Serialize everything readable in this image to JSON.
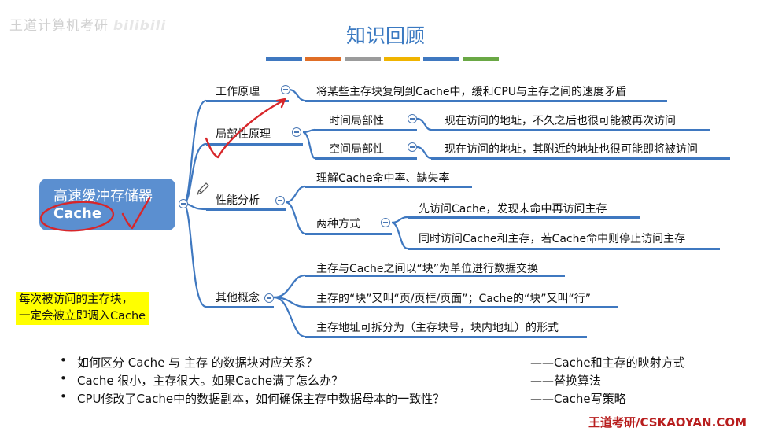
{
  "watermark": {
    "text": "王道计算机考研",
    "brand": "bilibili"
  },
  "title": "知识回顾",
  "colorbar": [
    "#3f78c0",
    "#e06e26",
    "#9b9b9b",
    "#f0b400",
    "#3f78c0",
    "#6aa845"
  ],
  "root": {
    "line1": "高速缓冲存储器",
    "line2": "Cache",
    "color": "#5b8fd0"
  },
  "branches": {
    "b1": {
      "label": "工作原理",
      "detail": "将某些主存块复制到Cache中，缓和CPU与主存之间的速度矛盾"
    },
    "b2": {
      "label": "局部性原理",
      "s1": {
        "label": "时间局部性",
        "detail": "现在访问的地址，不久之后也很可能被再次访问"
      },
      "s2": {
        "label": "空间局部性",
        "detail": "现在访问的地址，其附近的地址也很可能即将被访问"
      }
    },
    "b3": {
      "label": "性能分析",
      "c1": "理解Cache命中率、缺失率",
      "c2": {
        "label": "两种方式",
        "d1": "先访问Cache，发现未命中再访问主存",
        "d2": "同时访问Cache和主存，若Cache命中则停止访问主存"
      }
    },
    "b4": {
      "label": "其他概念",
      "c1": "主存与Cache之间以“块”为单位进行数据交换",
      "c2": "主存的“块”又叫“页/页框/页面”；Cache的“块”又叫“行”",
      "c3": "主存地址可拆分为（主存块号，块内地址）的形式"
    }
  },
  "highlight": {
    "line1": "每次被访问的主存块，",
    "line2": "一定会被立即调入Cache"
  },
  "questions": [
    {
      "bullet": "•",
      "q": "如何区分 Cache 与 主存 的数据块对应关系？",
      "a": "——Cache和主存的映射方式"
    },
    {
      "bullet": "•",
      "q": "Cache 很小，主存很大。如果Cache满了怎么办？",
      "a": "——替换算法"
    },
    {
      "bullet": "•",
      "q": "CPU修改了Cache中的数据副本，如何确保主存中数据母本的一致性？",
      "a": "——Cache写策略"
    }
  ],
  "brand": "王道考研/CSKAOYAN.COM"
}
